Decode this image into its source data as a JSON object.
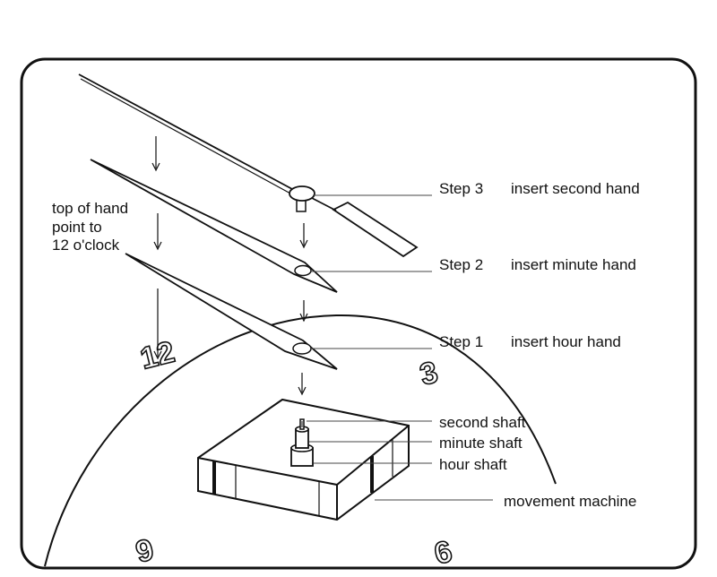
{
  "instruction": {
    "line1": "top of hand",
    "line2": "point to",
    "line3": "12 o'clock"
  },
  "steps": [
    {
      "number": "Step 3",
      "text": "insert second hand"
    },
    {
      "number": "Step 2",
      "text": "insert minute hand"
    },
    {
      "number": "Step 1",
      "text": "insert hour hand"
    }
  ],
  "parts": {
    "second_shaft": "second shaft",
    "minute_shaft": "minute shaft",
    "hour_shaft": "hour shaft",
    "movement": "movement  machine"
  },
  "dial_numbers": {
    "twelve": "12",
    "three": "3",
    "six": "6",
    "nine": "9"
  }
}
